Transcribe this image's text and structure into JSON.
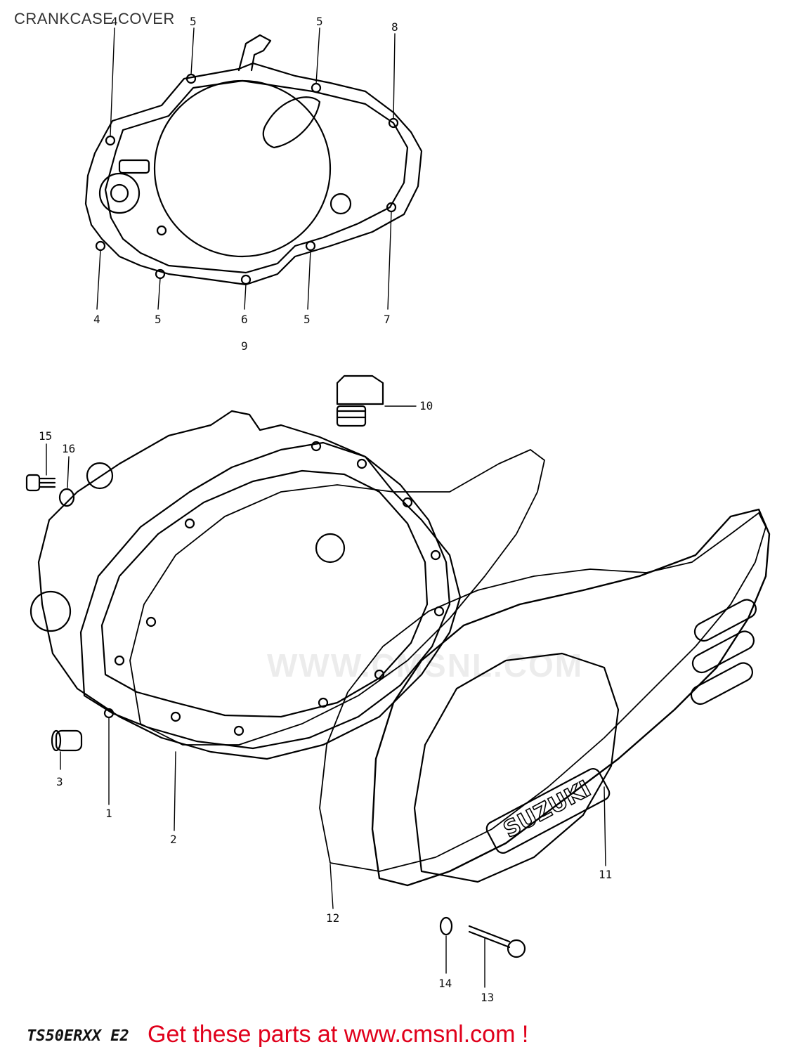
{
  "page": {
    "title": "CRANKCASE COVER"
  },
  "watermark": {
    "text": "WWW.CMSNL.COM"
  },
  "brand": {
    "logo_text": "SUZUKI"
  },
  "footer": {
    "model_code": "TS50ERXX E2",
    "cta": "Get these parts at www.cmsnl.com !"
  },
  "callouts": [
    {
      "id": "c4t",
      "label": "4"
    },
    {
      "id": "c4b",
      "label": "4"
    },
    {
      "id": "c5a",
      "label": "5"
    },
    {
      "id": "c5b",
      "label": "5"
    },
    {
      "id": "c5c",
      "label": "5"
    },
    {
      "id": "c5d",
      "label": "5"
    },
    {
      "id": "c6",
      "label": "6"
    },
    {
      "id": "c7",
      "label": "7"
    },
    {
      "id": "c8",
      "label": "8"
    },
    {
      "id": "c9",
      "label": "9"
    },
    {
      "id": "c10",
      "label": "10"
    },
    {
      "id": "c15",
      "label": "15"
    },
    {
      "id": "c16",
      "label": "16"
    },
    {
      "id": "c3",
      "label": "3"
    },
    {
      "id": "c1",
      "label": "1"
    },
    {
      "id": "c2",
      "label": "2"
    },
    {
      "id": "c11",
      "label": "11"
    },
    {
      "id": "c12",
      "label": "12"
    },
    {
      "id": "c14",
      "label": "14"
    },
    {
      "id": "c13",
      "label": "13"
    }
  ],
  "colors": {
    "line": "#000000",
    "cta": "#e0001b",
    "background": "#ffffff"
  }
}
